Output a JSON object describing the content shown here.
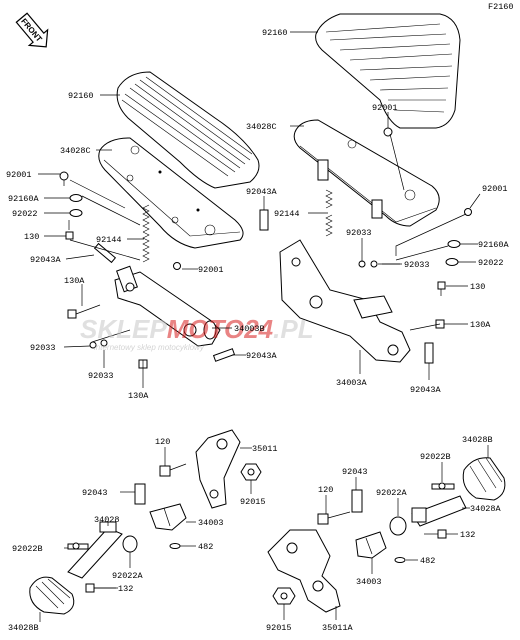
{
  "figure_code": "F2160",
  "front_label": "FRONT",
  "watermark": {
    "brand_a": "SKLEP",
    "brand_b": "MOTO",
    "brand_c": "24",
    "brand_d": ".PL",
    "tagline": "internetowy sklep motocyklowy"
  },
  "colors": {
    "accent": "#d82020",
    "watermark_grey": "#c8c8c8"
  },
  "labels": {
    "l92160_left": "92160",
    "l34028C_left": "34028C",
    "l92001_left_a": "92001",
    "l92160A_left": "92160A",
    "l92022_left": "92022",
    "l130_left": "130",
    "l92144_left": "92144",
    "l92043A_left_a": "92043A",
    "l92001_left_b": "92001",
    "l130A_left_a": "130A",
    "l34003B": "34003B",
    "l92033_left_a": "92033",
    "l92043A_left_b": "92043A",
    "l92033_left_b": "92033",
    "l130A_left_b": "130A",
    "l92160_right": "92160",
    "l92001_right_a": "92001",
    "l34028C_right": "34028C",
    "l92043A_right_a": "92043A",
    "l92144_right": "92144",
    "l92001_right_b": "92001",
    "l92033_right_a": "92033",
    "l92160A_right": "92160A",
    "l92033_right_b": "92033",
    "l92022_right": "92022",
    "l130_right": "130",
    "l130A_right": "130A",
    "l34003A": "34003A",
    "l92043A_right_b": "92043A",
    "l120_a": "120",
    "l35011": "35011",
    "l92043_a": "92043",
    "l92015_a": "92015",
    "l34028": "34028",
    "l34003_a": "34003",
    "l482_a": "482",
    "l92022B_a": "92022B",
    "l92022A_a": "92022A",
    "l132_a": "132",
    "l34028B_a": "34028B",
    "l92043_b": "92043",
    "l34028B_b": "34028B",
    "l92022B_b": "92022B",
    "l120_b": "120",
    "l92022A_b": "92022A",
    "l34028A": "34028A",
    "l132_b": "132",
    "l482_b": "482",
    "l34003_b": "34003",
    "l92015_b": "92015",
    "l35011A": "35011A"
  }
}
